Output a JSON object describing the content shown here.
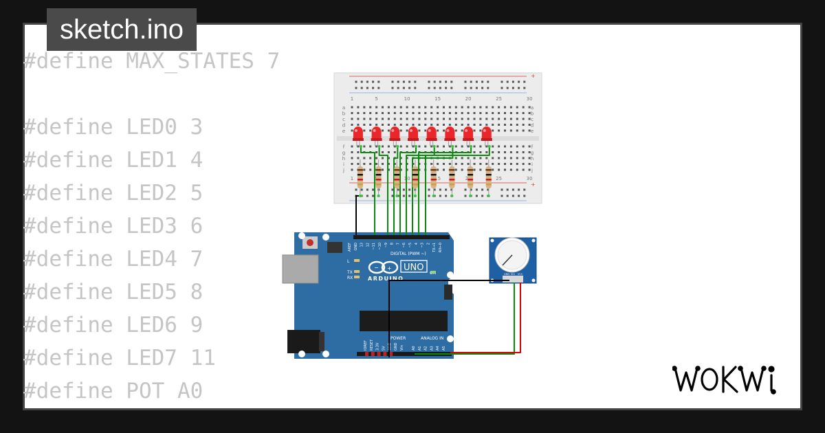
{
  "tab": {
    "filename": "sketch.ino"
  },
  "code_lines": [
    "#define MAX_STATES 7",
    "",
    "#define LED0 3",
    "#define LED1 4",
    "#define LED2 5",
    "#define LED3 6",
    "#define LED4 7",
    "#define LED5 8",
    "#define LED6 9",
    "#define LED7 11",
    "#define POT A0"
  ],
  "breadboard": {
    "column_numbers": [
      "1",
      "5",
      "10",
      "15",
      "20",
      "25",
      "30"
    ],
    "row_letters_top": [
      "a",
      "b",
      "c",
      "d",
      "e"
    ],
    "row_letters_bottom": [
      "f",
      "g",
      "h",
      "i",
      "j"
    ],
    "led_count": 8,
    "led_color": "#e8262b"
  },
  "arduino": {
    "model": "UNO",
    "brand": "ARDUINO",
    "digital_label": "DIGITAL (PWM ~)",
    "analog_label": "ANALOG IN",
    "power_label": "POWER",
    "on_label": "ON",
    "digital_pins": [
      "AREF",
      "GND",
      "13",
      "12",
      "~11",
      "~10",
      "~9",
      "8",
      "7",
      "~6",
      "~5",
      "4",
      "~3",
      "2",
      "TX→1",
      "RX←0"
    ],
    "power_pins": [
      "IOREF",
      "RESET",
      "3.3V",
      "5V",
      "GND",
      "GND",
      "Vin"
    ],
    "analog_pins": [
      "A0",
      "A1",
      "A2",
      "A3",
      "A4",
      "A5"
    ],
    "led_labels": [
      "L",
      "TX",
      "RX"
    ],
    "board_color": "#2e6da4"
  },
  "potentiometer": {
    "pin_labels": [
      "GND",
      "SIG",
      "VCC"
    ]
  },
  "wire_colors": {
    "signal": "#0a8a0a",
    "ground": "#000000",
    "power": "#d60000"
  },
  "brand_logo": {
    "text": "WOKWI"
  }
}
